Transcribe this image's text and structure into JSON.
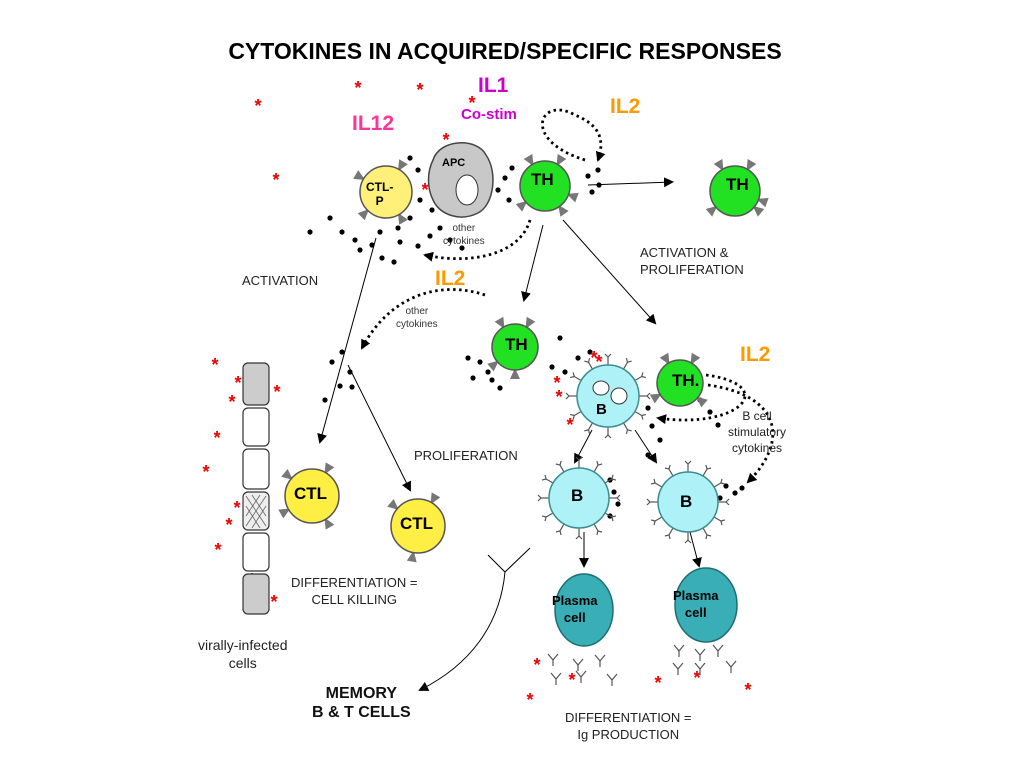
{
  "title": "CYTOKINES IN ACQUIRED/SPECIFIC RESPONSES",
  "cytokines": {
    "il1": "IL1",
    "costim": "Co-stim",
    "il12": "IL12",
    "il2_a": "IL2",
    "il2_b": "IL2",
    "il2_c": "IL2",
    "other_a": "other\ncytokines",
    "other_b": "other\ncytokines",
    "bcell_stim": "B cell\nstimulatory\ncytokines"
  },
  "labels": {
    "activation": "ACTIVATION",
    "activation_proliferation": "ACTIVATION &\nPROLIFERATION",
    "proliferation": "PROLIFERATION",
    "differentiation_killing": "DIFFERENTIATION =\nCELL KILLING",
    "differentiation_ig": "DIFFERENTIATION =\nIg PRODUCTION",
    "infected": "virally-infected\ncells",
    "memory": "MEMORY\nB & T CELLS"
  },
  "cells": {
    "ctlp": "CTL-\nP",
    "apc": "APC",
    "th_main": "TH",
    "th_act": "TH",
    "th_mid": "TH",
    "th_b": "TH.",
    "b_main": "B",
    "b1": "B",
    "b2": "B",
    "ctl1": "CTL",
    "ctl2": "CTL",
    "plasma1": "Plasma\ncell",
    "plasma2": "Plasma\ncell"
  },
  "colors": {
    "th": "#22e022",
    "ctl": "#ffee44",
    "ctlp": "#fff07a",
    "apc": "#c8c8c8",
    "b": "#aef2f7",
    "plasma": "#3aaeb6",
    "il1": "#cc00cc",
    "il12": "#ff3399",
    "il2": "#ff9900",
    "star": "#ee0000"
  }
}
